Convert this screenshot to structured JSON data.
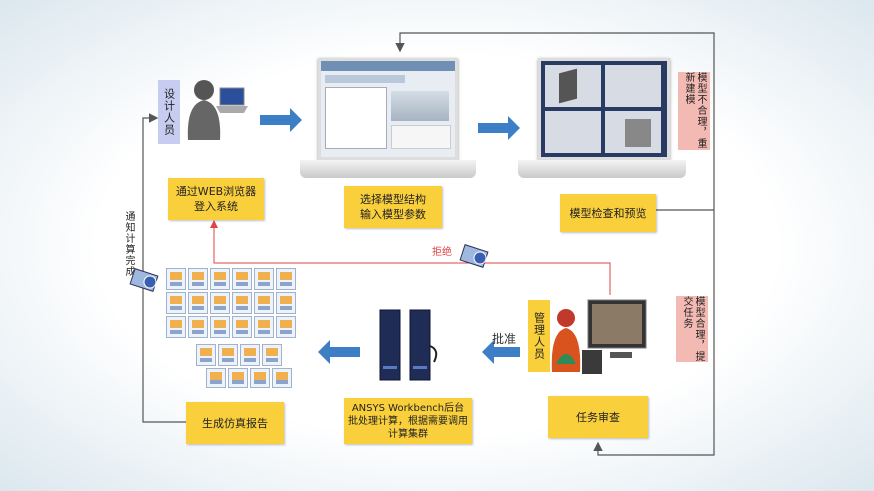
{
  "boxes": {
    "login": "通过WEB浏览器登入系统",
    "select_model": "选择模型结构\n输入模型参数",
    "check_preview": "模型检查和预览",
    "report": "生成仿真报告",
    "ansys": "ANSYS Workbench后台批处理计算，根据需要调用计算集群",
    "review": "任务审查"
  },
  "vertical_labels": {
    "designer": "设计人员",
    "manager": "管理人员",
    "notify": "通知计算完成",
    "unreasonable": "模型不合理，重新建模",
    "reasonable": "模型合理，提交任务"
  },
  "edge_labels": {
    "reject": "拒绝",
    "approve": "批准"
  },
  "colors": {
    "box_yellow": "#f9cf3c",
    "pink": "#f3b9b3",
    "lavender": "#c6cdf0",
    "arrow_blue": "#3d7fc6",
    "line_gray": "#555555",
    "reject_red": "#e04545"
  }
}
